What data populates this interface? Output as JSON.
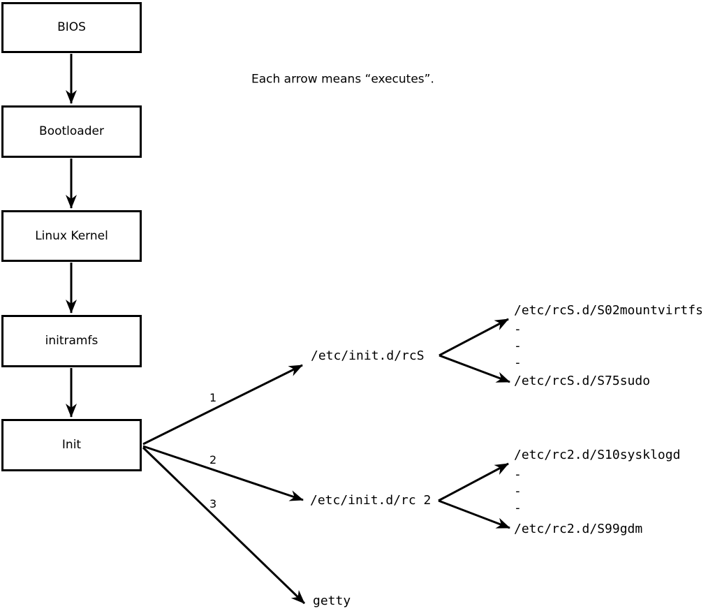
{
  "note": "Each arrow means “executes”.",
  "boot_chain": [
    {
      "label": "BIOS"
    },
    {
      "label": "Bootloader"
    },
    {
      "label": "Linux Kernel"
    },
    {
      "label": "initramfs"
    },
    {
      "label": "Init"
    }
  ],
  "init_spawns": [
    {
      "order": "1",
      "target": "/etc/init.d/rcS"
    },
    {
      "order": "2",
      "target": "/etc/init.d/rc 2"
    },
    {
      "order": "3",
      "target": "getty"
    }
  ],
  "rcS_children": {
    "first": "/etc/rcS.d/S02mountvirtfs",
    "ellipsis": [
      "-",
      "-",
      "-"
    ],
    "last": "/etc/rcS.d/S75sudo"
  },
  "rc2_children": {
    "first": "/etc/rc2.d/S10sysklogd",
    "ellipsis": [
      "-",
      "-",
      "-"
    ],
    "last": "/etc/rc2.d/S99gdm"
  },
  "colors": {
    "line": "#000000",
    "background": "#ffffff",
    "text": "#000000"
  }
}
